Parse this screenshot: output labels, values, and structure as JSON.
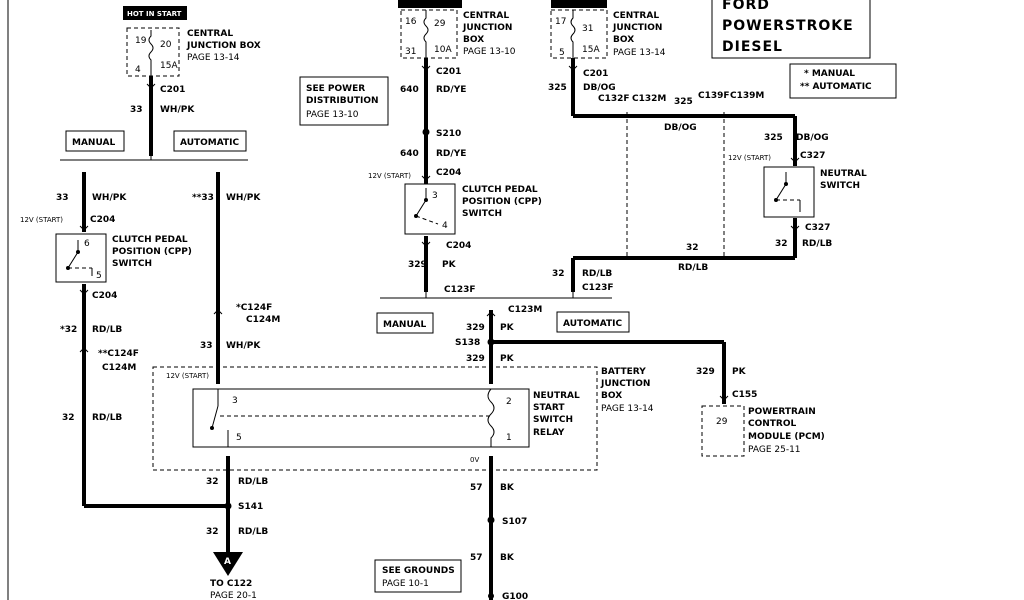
{
  "title": [
    "FORD",
    "POWERSTROKE",
    "DIESEL"
  ],
  "legend": [
    "* MANUAL",
    "** AUTOMATIC"
  ],
  "hot_in_start": "HOT IN START",
  "cjb_left": {
    "name": [
      "CENTRAL",
      "JUNCTION BOX"
    ],
    "page": "PAGE 13-14",
    "fuse": "20",
    "amps": "15A",
    "pin_top": "19",
    "pin_bottom": "4",
    "conn": "C201",
    "circuit": "33",
    "color": "WH/PK"
  },
  "cjb_mid": {
    "name": [
      "CENTRAL",
      "JUNCTION",
      "BOX"
    ],
    "page": "PAGE 13-10",
    "fuse": "29",
    "amps": "10A",
    "pin_top": "16",
    "pin_bottom": "31",
    "conn": "C201",
    "circuit": "640",
    "color": "RD/YE"
  },
  "cjb_right": {
    "name": [
      "CENTRAL",
      "JUNCTION",
      "BOX"
    ],
    "page": "PAGE 13-14",
    "fuse": "31",
    "amps": "15A",
    "pin_top": "17",
    "pin_bottom": "5",
    "conn": "C201",
    "circuit": "325",
    "color": "DB/OG"
  },
  "power_dist": [
    "SEE POWER",
    "DISTRIBUTION",
    "PAGE 13-10"
  ],
  "manual": "MANUAL",
  "automatic": "AUTOMATIC",
  "left": {
    "w33": "33",
    "wh_pk": "WH/PK",
    "w33b": "**33",
    "v12": "12V (START)",
    "c204": "C204",
    "cpp": [
      "CLUTCH PEDAL",
      "POSITION (CPP)",
      "SWITCH"
    ],
    "pin6": "6",
    "pin5": "5",
    "c204b": "C204",
    "w32s": "*32",
    "rd_lb": "RD/LB",
    "c124f": "*C124F",
    "c124m": "C124M",
    "c124f2": "**C124F",
    "c124m2": "C124M",
    "w33c": "33",
    "wh_pk2": "WH/PK",
    "w32": "32",
    "rd_lb2": "RD/LB"
  },
  "mid": {
    "s210": "S210",
    "c201": "C201",
    "w640": "640",
    "rd_ye": "RD/YE",
    "v12": "12V (START)",
    "c204": "C204",
    "cpp": [
      "CLUTCH PEDAL",
      "POSITION (CPP)",
      "SWITCH"
    ],
    "pin3": "3",
    "pin4": "4",
    "c204b": "C204",
    "w329": "329",
    "pk": "PK",
    "c123f": "C123F"
  },
  "right": {
    "c132f": "C132F",
    "c132m": "C132M",
    "c139f": "C139F",
    "c139m": "C139M",
    "w325": "325",
    "db_og": "DB/OG",
    "v12": "12V (START)",
    "c327": "C327",
    "nsw": [
      "NEUTRAL",
      "SWITCH"
    ],
    "c327b": "C327",
    "w32": "32",
    "rd_lb": "RD/LB",
    "c123f": "C123F"
  },
  "center": {
    "c123m": "C123M",
    "w329": "329",
    "pk": "PK",
    "s138": "S138",
    "bjb": [
      "BATTERY",
      "JUNCTION",
      "BOX",
      "PAGE 13-14"
    ],
    "relay": [
      "NEUTRAL",
      "START",
      "SWITCH",
      "RELAY"
    ],
    "v12": "12V (START)",
    "ov": "0V",
    "pin3": "3",
    "pin5": "5",
    "pin2": "2",
    "pin1": "1"
  },
  "pcm": {
    "w329": "329",
    "pk": "PK",
    "c155": "C155",
    "pin": "29",
    "name": [
      "POWERTRAIN",
      "CONTROL",
      "MODULE (PCM)"
    ],
    "page": "PAGE 25-11"
  },
  "bottom": {
    "w32": "32",
    "rd_lb": "RD/LB",
    "s141": "S141",
    "w32b": "32",
    "rd_lb2": "RD/LB",
    "arrow": "A",
    "to": "TO C122",
    "page": "PAGE 20-1",
    "w57": "57",
    "bk": "BK",
    "s107": "S107",
    "w57b": "57",
    "bk2": "BK",
    "grounds": [
      "SEE GROUNDS",
      "PAGE 10-1"
    ],
    "g100": "G100"
  }
}
